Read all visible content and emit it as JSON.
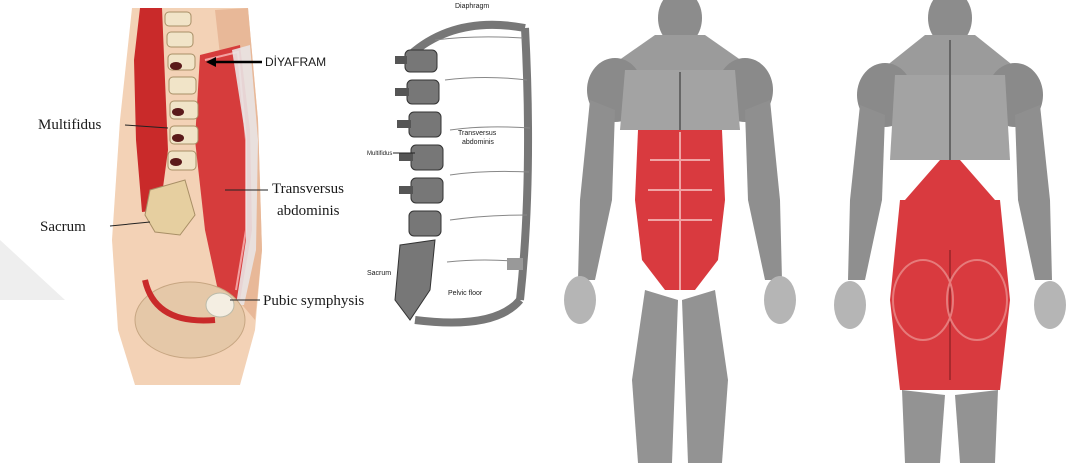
{
  "panel_left": {
    "labels": {
      "diyafram": "DİYAFRAM",
      "multifidus": "Multifidus",
      "transversus_line1": "Transversus",
      "transversus_line2": "abdominis",
      "sacrum": "Sacrum",
      "pubic": "Pubic symphysis"
    }
  },
  "panel_middle": {
    "labels": {
      "diaphragm": "Diaphragm",
      "multifidus": "Multifidus",
      "transversus_line1": "Transversus",
      "transversus_line2": "abdominis",
      "sacrum": "Sacrum",
      "pelvic_floor": "Pelvic floor"
    }
  },
  "panel_right": {
    "highlight_color": "#d93a3f",
    "figures": [
      "front-view",
      "back-view"
    ]
  }
}
